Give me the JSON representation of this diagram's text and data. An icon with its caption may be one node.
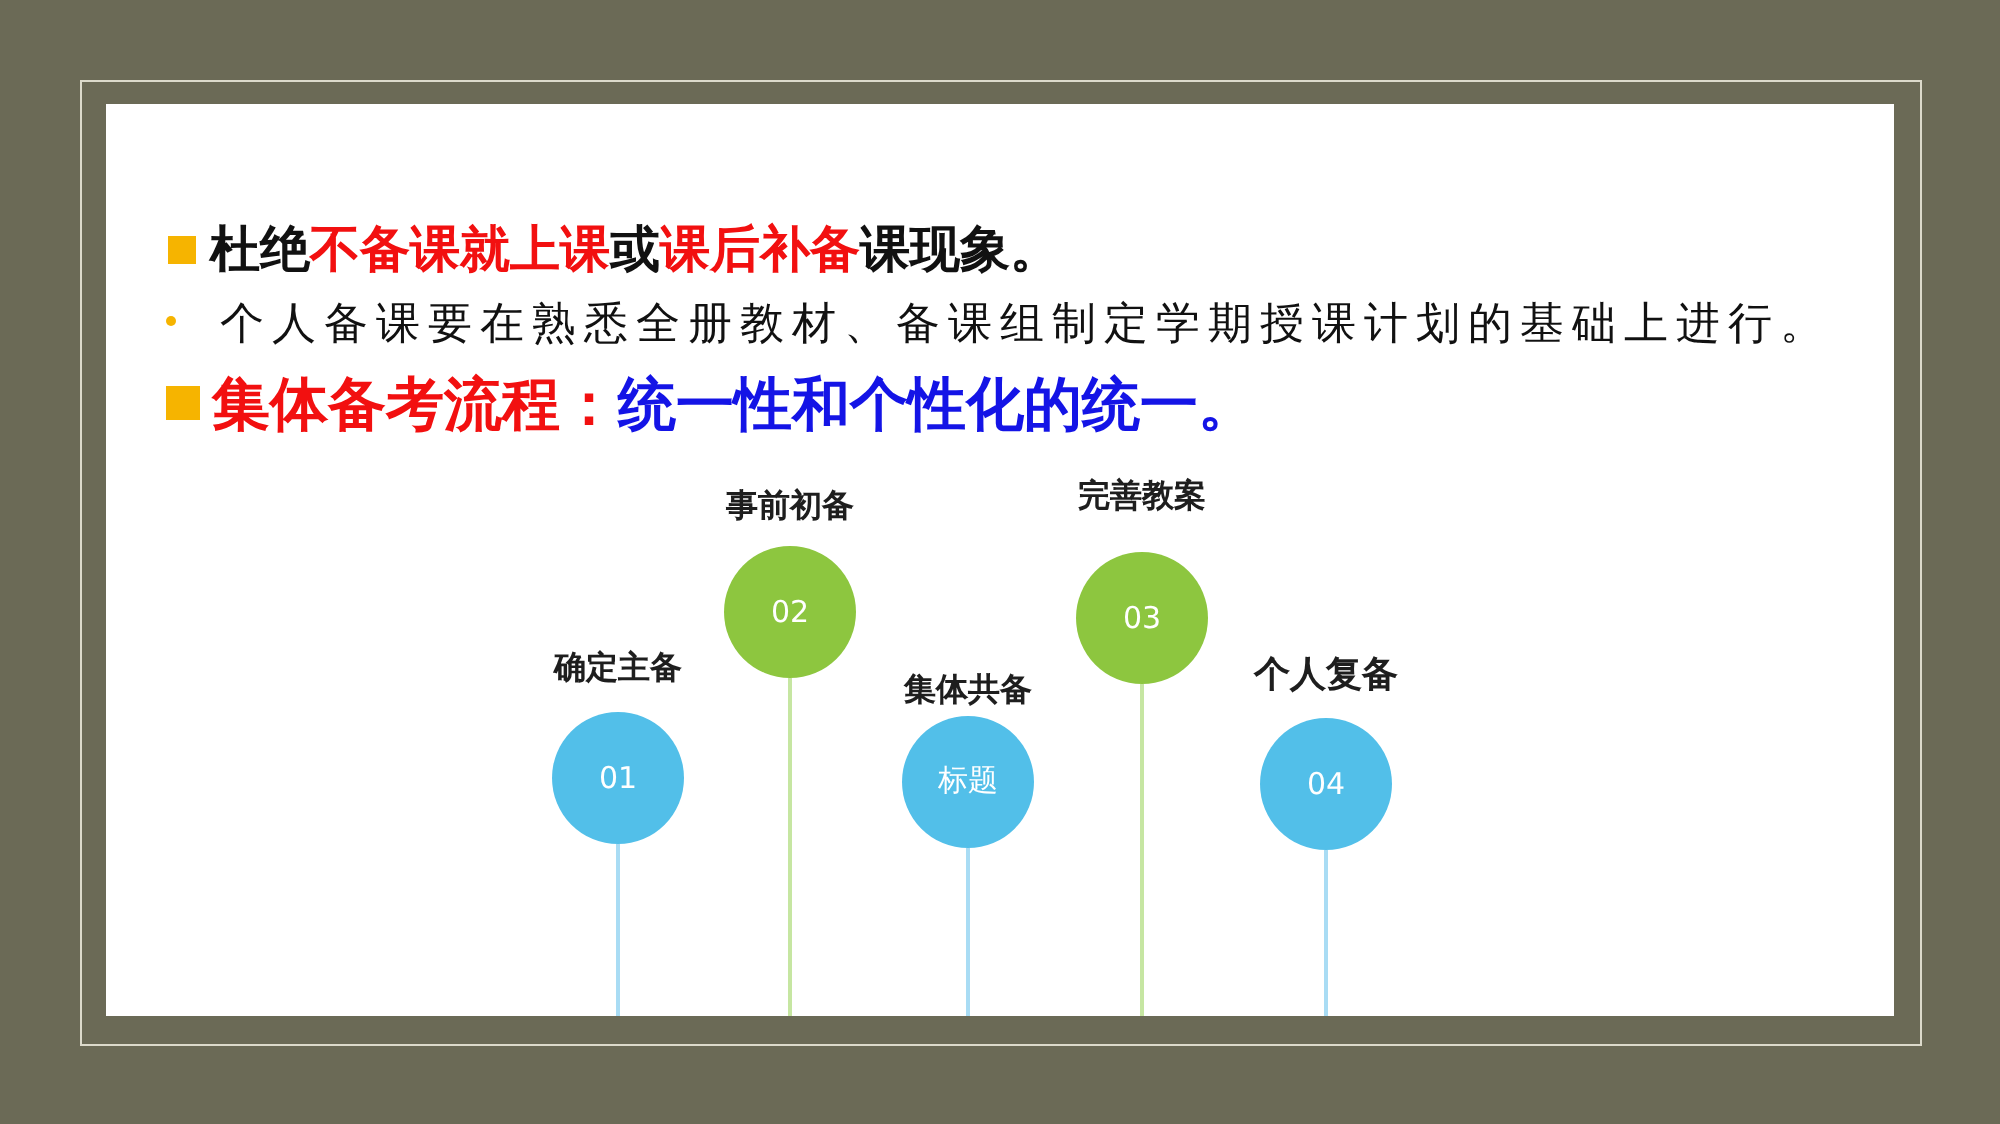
{
  "diagram": {
    "nodes": [
      {
        "text": [
          "确定主备",
          "01"
        ]
      },
      {
        "text": [
          "事前初备",
          "02"
        ]
      },
      {
        "text": [
          "集体共备",
          "标题"
        ]
      },
      {
        "text": [
          "完善教案",
          "03"
        ]
      },
      {
        "text": [
          "个人复备",
          "04"
        ]
      }
    ],
    "edges": [
      {
        "from": 0,
        "to": null,
        "arrow": "none"
      },
      {
        "from": 1,
        "to": null,
        "arrow": "none",
        "color": "#c6e6a2"
      },
      {
        "from": 2,
        "to": null,
        "arrow": "none"
      },
      {
        "from": 3,
        "to": null,
        "arrow": "none",
        "color": "#c6e6a2"
      },
      {
        "from": 4,
        "to": null,
        "arrow": "none"
      }
    ],
    "labels": [
      "杜绝**不备课就上课**或**课后补备**课现象。",
      "个人备课要在熟悉全册教材、备课组制定学期授课计划的基础上进行。",
      "**集体备考流程：**统一性和个性化的统一。"
    ]
  }
}
